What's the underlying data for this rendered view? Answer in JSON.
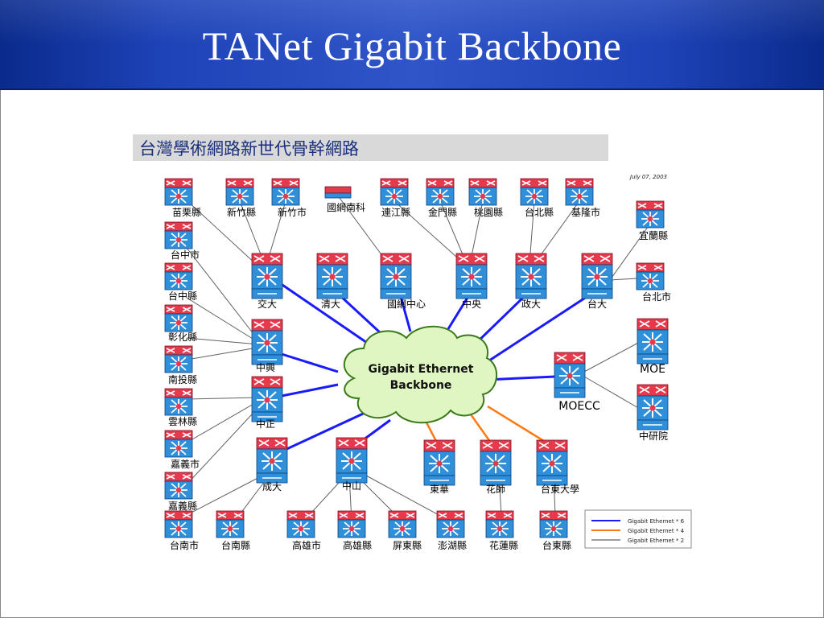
{
  "slide_title": "TANet Gigabit Backbone",
  "diagram": {
    "heading": "台灣學術網路新世代骨幹網路",
    "date": "July 07, 2003",
    "cloud_label_line1": "Gigabit Ethernet",
    "cloud_label_line2": "Backbone",
    "colors": {
      "gigabit6": "#1a1aff",
      "gigabit4": "#ff7a14",
      "gigabit2": "#606060",
      "cloud_fill": "#dff5c2",
      "router_top": "#e63a4c",
      "router_body": "#2f8fd9",
      "heading_bg": "#d9d9d9"
    },
    "legend": [
      {
        "label": "Gigabit Ethernet * 6",
        "color": "#1a1aff"
      },
      {
        "label": "Gigabit Ethernet * 4",
        "color": "#ff7a14"
      },
      {
        "label": "Gigabit Ethernet * 2",
        "color": "#606060"
      }
    ],
    "core_nodes": {
      "jiaoda": "交大",
      "qingda": "清大",
      "guowang": "國網中心",
      "zhongyang": "中央",
      "zhengda": "政大",
      "taida": "台大",
      "zhongxing": "中興",
      "zhongzheng": "中正",
      "chengda": "成大",
      "zhongshan": "中山",
      "donghua": "東華",
      "huashi": "花師",
      "taidong_univ": "台東大學",
      "moecc": "MOECC",
      "moe": "MOE",
      "academia": "中研院"
    },
    "edge_nodes": {
      "miaoli": "苗栗縣",
      "hsinchu_county": "新竹縣",
      "hsinchu_city": "新竹市",
      "nchc_south": "國網南科",
      "lianjiang": "連江縣",
      "kinmen": "金門縣",
      "taoyuan": "桃園縣",
      "taipei_county": "台北縣",
      "keelung": "基隆市",
      "yilan": "宜蘭縣",
      "taipei_city": "台北市",
      "taichung_city": "台中市",
      "taichung_county": "台中縣",
      "changhua": "彰化縣",
      "nantou": "南投縣",
      "yunlin": "雲林縣",
      "chiayi_city": "嘉義市",
      "chiayi_county": "嘉義縣",
      "tainan_city": "台南市",
      "tainan_county": "台南縣",
      "kaohsiung_city": "高雄市",
      "kaohsiung_county": "高雄縣",
      "pingtung": "屏東縣",
      "penghu": "澎湖縣",
      "hualien": "花蓮縣",
      "taitung": "台東縣"
    }
  }
}
